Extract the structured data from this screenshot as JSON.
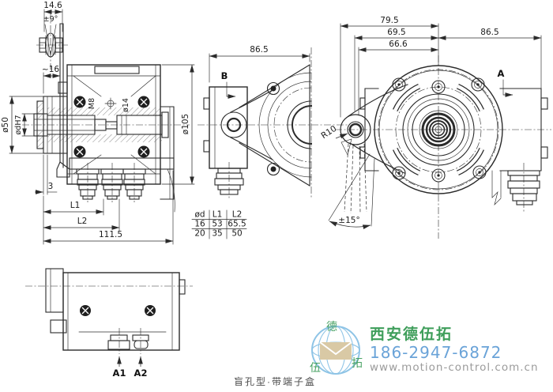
{
  "caption": "盲孔型·带端子盒",
  "side_view": {
    "dims": {
      "pin_width": "14.6",
      "pin_tilt": "±9°",
      "arm_offset": "~16",
      "flange_dia": "ø50",
      "shaft_bore": "ødH7",
      "thread": "M8",
      "thread_dia": "ø14",
      "body_dia": "ø105",
      "step": "3",
      "l1": "L1",
      "l2": "L2",
      "overall_length": "111.5"
    }
  },
  "front_view_b": {
    "label": "B",
    "dims": {
      "depth": "86.5"
    }
  },
  "rear_view_a": {
    "label": "A",
    "dims": {
      "arm_outer": "79.5",
      "arm_hole": "69.5",
      "arm_inner": "66.6",
      "box_width": "86.5",
      "arm_radius": "R10",
      "swing": "±15°"
    }
  },
  "bottom_view": {
    "gland1": "A1",
    "gland2": "A2"
  },
  "shaft_table": {
    "headers": [
      "ød",
      "L1",
      "L2"
    ],
    "rows": [
      [
        "16",
        "53",
        "65.5"
      ],
      [
        "20",
        "35",
        "50"
      ]
    ]
  },
  "watermark": {
    "company": "西安德伍拓",
    "phone": "186-2947-6872",
    "website": "www.motion-control.com.cn",
    "logo": {
      "top": "德",
      "left": "伍",
      "right": "拓"
    },
    "colors": {
      "green": "#3f9e5b",
      "blue": "#6aa3d8",
      "gray": "#9b9b9b",
      "logo_blue": "#8ec4e6",
      "logo_beige": "#d9c9a5"
    }
  }
}
